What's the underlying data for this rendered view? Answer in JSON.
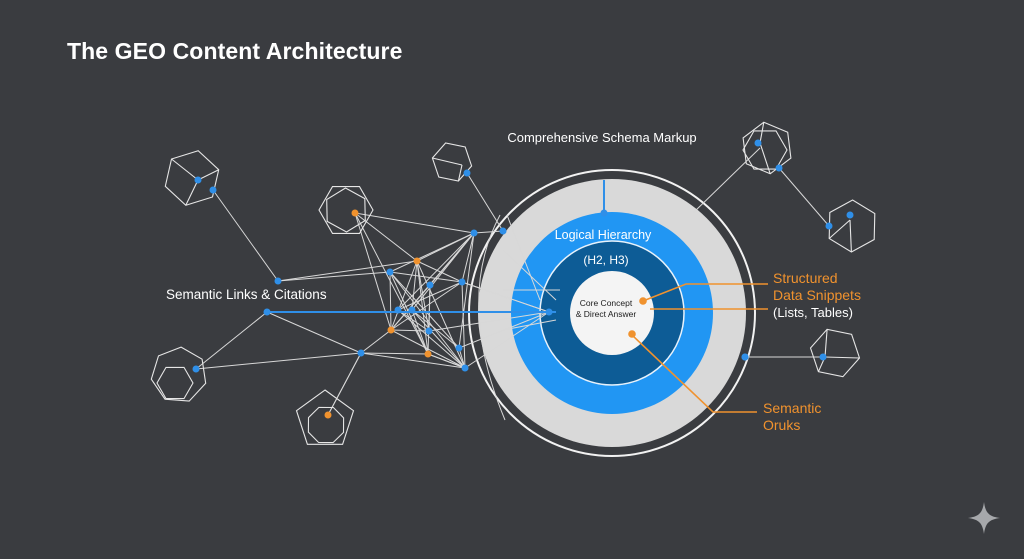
{
  "title": "The GEO Content Architecture",
  "colors": {
    "background": "#3a3c40",
    "outer_ring": "#d9d9d9",
    "blue_ring": "#2196f3",
    "dark_blue_ring": "#0d5c96",
    "core": "#f4f4f4",
    "node_blue": "#2f8fe8",
    "node_orange": "#f0922e",
    "line": "#d8d8d8"
  },
  "labels": {
    "schema": "Comprehensive Schema Markup",
    "hierarchy": "Logical Hierarchy",
    "headings": "(H2, H3)",
    "core_line1": "Core Concept",
    "core_line2": "& Direct Answer",
    "links": "Semantic Links & Citations",
    "structured_line1": "Structured",
    "structured_line2": "Data Snippets",
    "structured_line3": "(Lists, Tables)",
    "semantic_line1": "Semantic",
    "semantic_line2": "Oruks"
  },
  "icons": {
    "sparkle": "sparkle-icon"
  }
}
